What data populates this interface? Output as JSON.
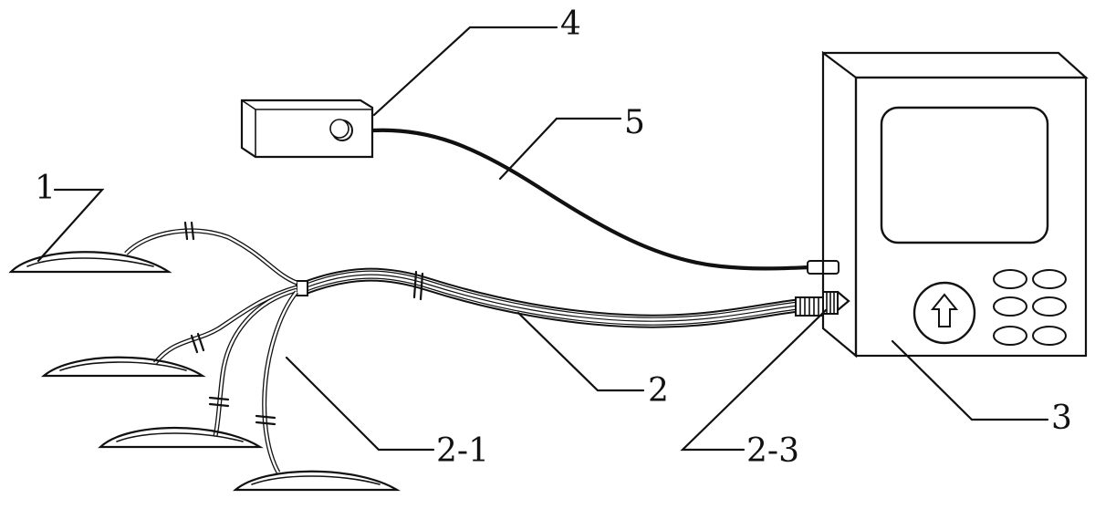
{
  "labels": {
    "l1": "1",
    "l2": "2",
    "l2_1": "2-1",
    "l2_3": "2-3",
    "l3": "3",
    "l4": "4",
    "l5": "5"
  },
  "colors": {
    "ink": "#111111",
    "paper": "#ffffff",
    "screen_fill": "#ffffff"
  },
  "icons": {
    "device_center_button": "up-arrow-icon"
  }
}
